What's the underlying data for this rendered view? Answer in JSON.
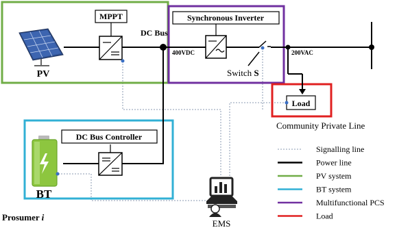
{
  "labels": {
    "mppt": "MPPT",
    "dc_bus": "DC Bus",
    "sync_inverter": "Synchronous Inverter",
    "v400": "400VDC",
    "v200": "200VAC",
    "switch_prefix": "Switch ",
    "switch_letter": "S",
    "pv": "PV",
    "load": "Load",
    "community_line": "Community Private Line",
    "dc_bus_controller": "DC Bus Controller",
    "bt": "BT",
    "prosumer_prefix": "Prosumer ",
    "prosumer_index": "i",
    "ems": "EMS"
  },
  "legend": [
    {
      "label": "Signalling line",
      "color": "#8a9ab0",
      "style": "dashed"
    },
    {
      "label": "Power line",
      "color": "#000000",
      "style": "solid"
    },
    {
      "label": "PV system",
      "color": "#70ad47",
      "style": "solid"
    },
    {
      "label": "BT system",
      "color": "#31b0d5",
      "style": "solid"
    },
    {
      "label": "Multifunctional PCS",
      "color": "#7030a0",
      "style": "solid"
    },
    {
      "label": "Load",
      "color": "#e02020",
      "style": "solid"
    }
  ],
  "colors": {
    "pv_box": "#70ad47",
    "bt_box": "#31b0d5",
    "pcs_box": "#7030a0",
    "load_box": "#e02020",
    "signal_line": "#8a9ab0",
    "signal_dot": "#3a6fc4",
    "battery": "#8dc63f"
  },
  "icons": {
    "pv": "solar-panel-icon",
    "bt": "battery-icon",
    "ems": "ems-monitor-icon"
  }
}
